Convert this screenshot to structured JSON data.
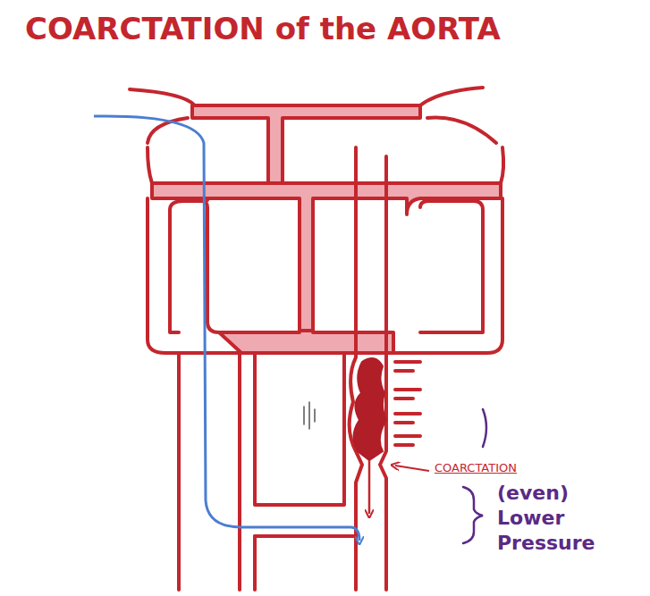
{
  "diagram": {
    "title": "COARCTATION of the AORTA",
    "labels": [
      "COARCTATION",
      "(even) Lower Pressure"
    ]
  }
}
